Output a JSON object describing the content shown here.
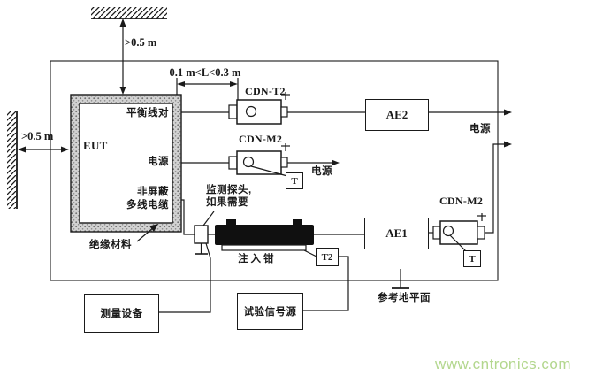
{
  "diagram": {
    "clearances": {
      "top": ">0.5 m",
      "left": ">0.5 m",
      "cable_length": "0.1 m<L<0.3 m"
    },
    "eut": {
      "label": "EUT",
      "ports": {
        "balanced_pair": "平衡线对",
        "power": "电源",
        "unshielded_line1": "非屏蔽",
        "unshielded_line2": "多线电缆"
      },
      "insulation": "绝缘材料"
    },
    "devices": {
      "cdn_t2": "CDN-T2",
      "cdn_m2_left": "CDN-M2",
      "cdn_m2_right": "CDN-M2",
      "ae2": "AE2",
      "ae1": "AE1",
      "t_left": "T",
      "t_right": "T",
      "t2": "T2"
    },
    "annotations": {
      "power_mid": "电源",
      "power_right": "电源",
      "monitor_probe_line1": "监测探头,",
      "monitor_probe_line2": "如果需要",
      "injection_clamp": "注入钳",
      "reference_ground": "参考地平面"
    },
    "boxes": {
      "measuring_equipment": "测量设备",
      "test_signal_source": "试验信号源"
    },
    "colors": {
      "line": "#1a1a1a",
      "clamp_fill": "#101010",
      "watermark_green": "#b3d78e"
    }
  },
  "watermark": {
    "text": "www.cntronics.com"
  }
}
